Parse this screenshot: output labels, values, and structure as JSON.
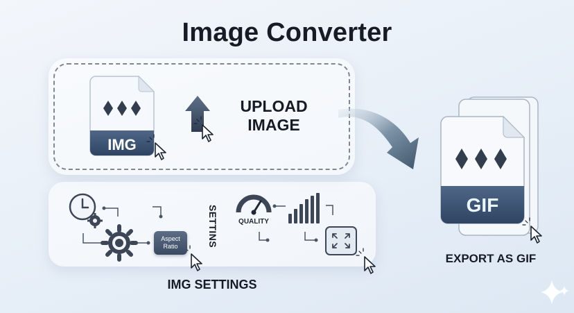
{
  "title": "Image Converter",
  "upload": {
    "label_line1": "UPLOAD",
    "label_line2": "IMAGE",
    "file_label": "IMG"
  },
  "settings": {
    "vertical_label": "SETTINS",
    "aspect_ratio_line1": "Aspect",
    "aspect_ratio_line2": "Ratio",
    "quality_label": "QUALITY",
    "footer_label": "IMG SETTINGS"
  },
  "export": {
    "file_label": "GIF",
    "label": "EXPORT AS GIF"
  },
  "icons": [
    "image-file-icon",
    "upload-arrow-icon",
    "clock-gear-icon",
    "gear-icon",
    "gauge-icon",
    "bar-chart-icon",
    "expand-icon",
    "gif-file-stack-icon",
    "cursor-icon",
    "sparkle-icon"
  ],
  "colors": {
    "file_body": "#f4f7fb",
    "file_band": "#3f5575",
    "diamond": "#3a4658",
    "arrow": "#4f6579",
    "accent_text": "#ffffff"
  }
}
